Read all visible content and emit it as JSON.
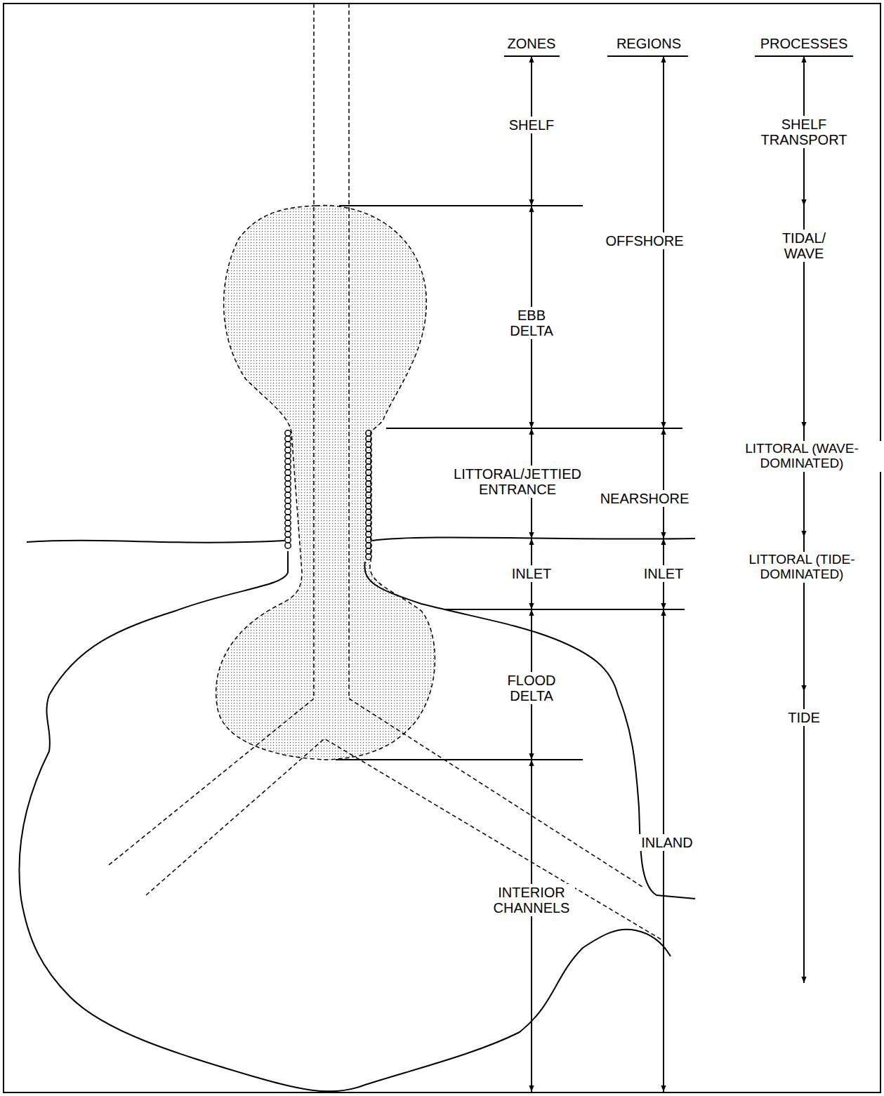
{
  "diagram": {
    "labels": [
      "ZONES",
      "REGIONS",
      "PROCESSES",
      "SHELF",
      "SHELF TRANSPORT",
      "OFFSHORE",
      "TIDAL/ WAVE",
      "EBB DELTA",
      "LITTORAL/JETTIED ENTRANCE",
      "LITTORAL (WAVE-DOMINATED)",
      "NEARSHORE",
      "INLET",
      "INLET",
      "LITTORAL (TIDE-DOMINATED)",
      "FLOOD DELTA",
      "TIDE",
      "INLAND",
      "INTERIOR CHANNELS"
    ]
  }
}
